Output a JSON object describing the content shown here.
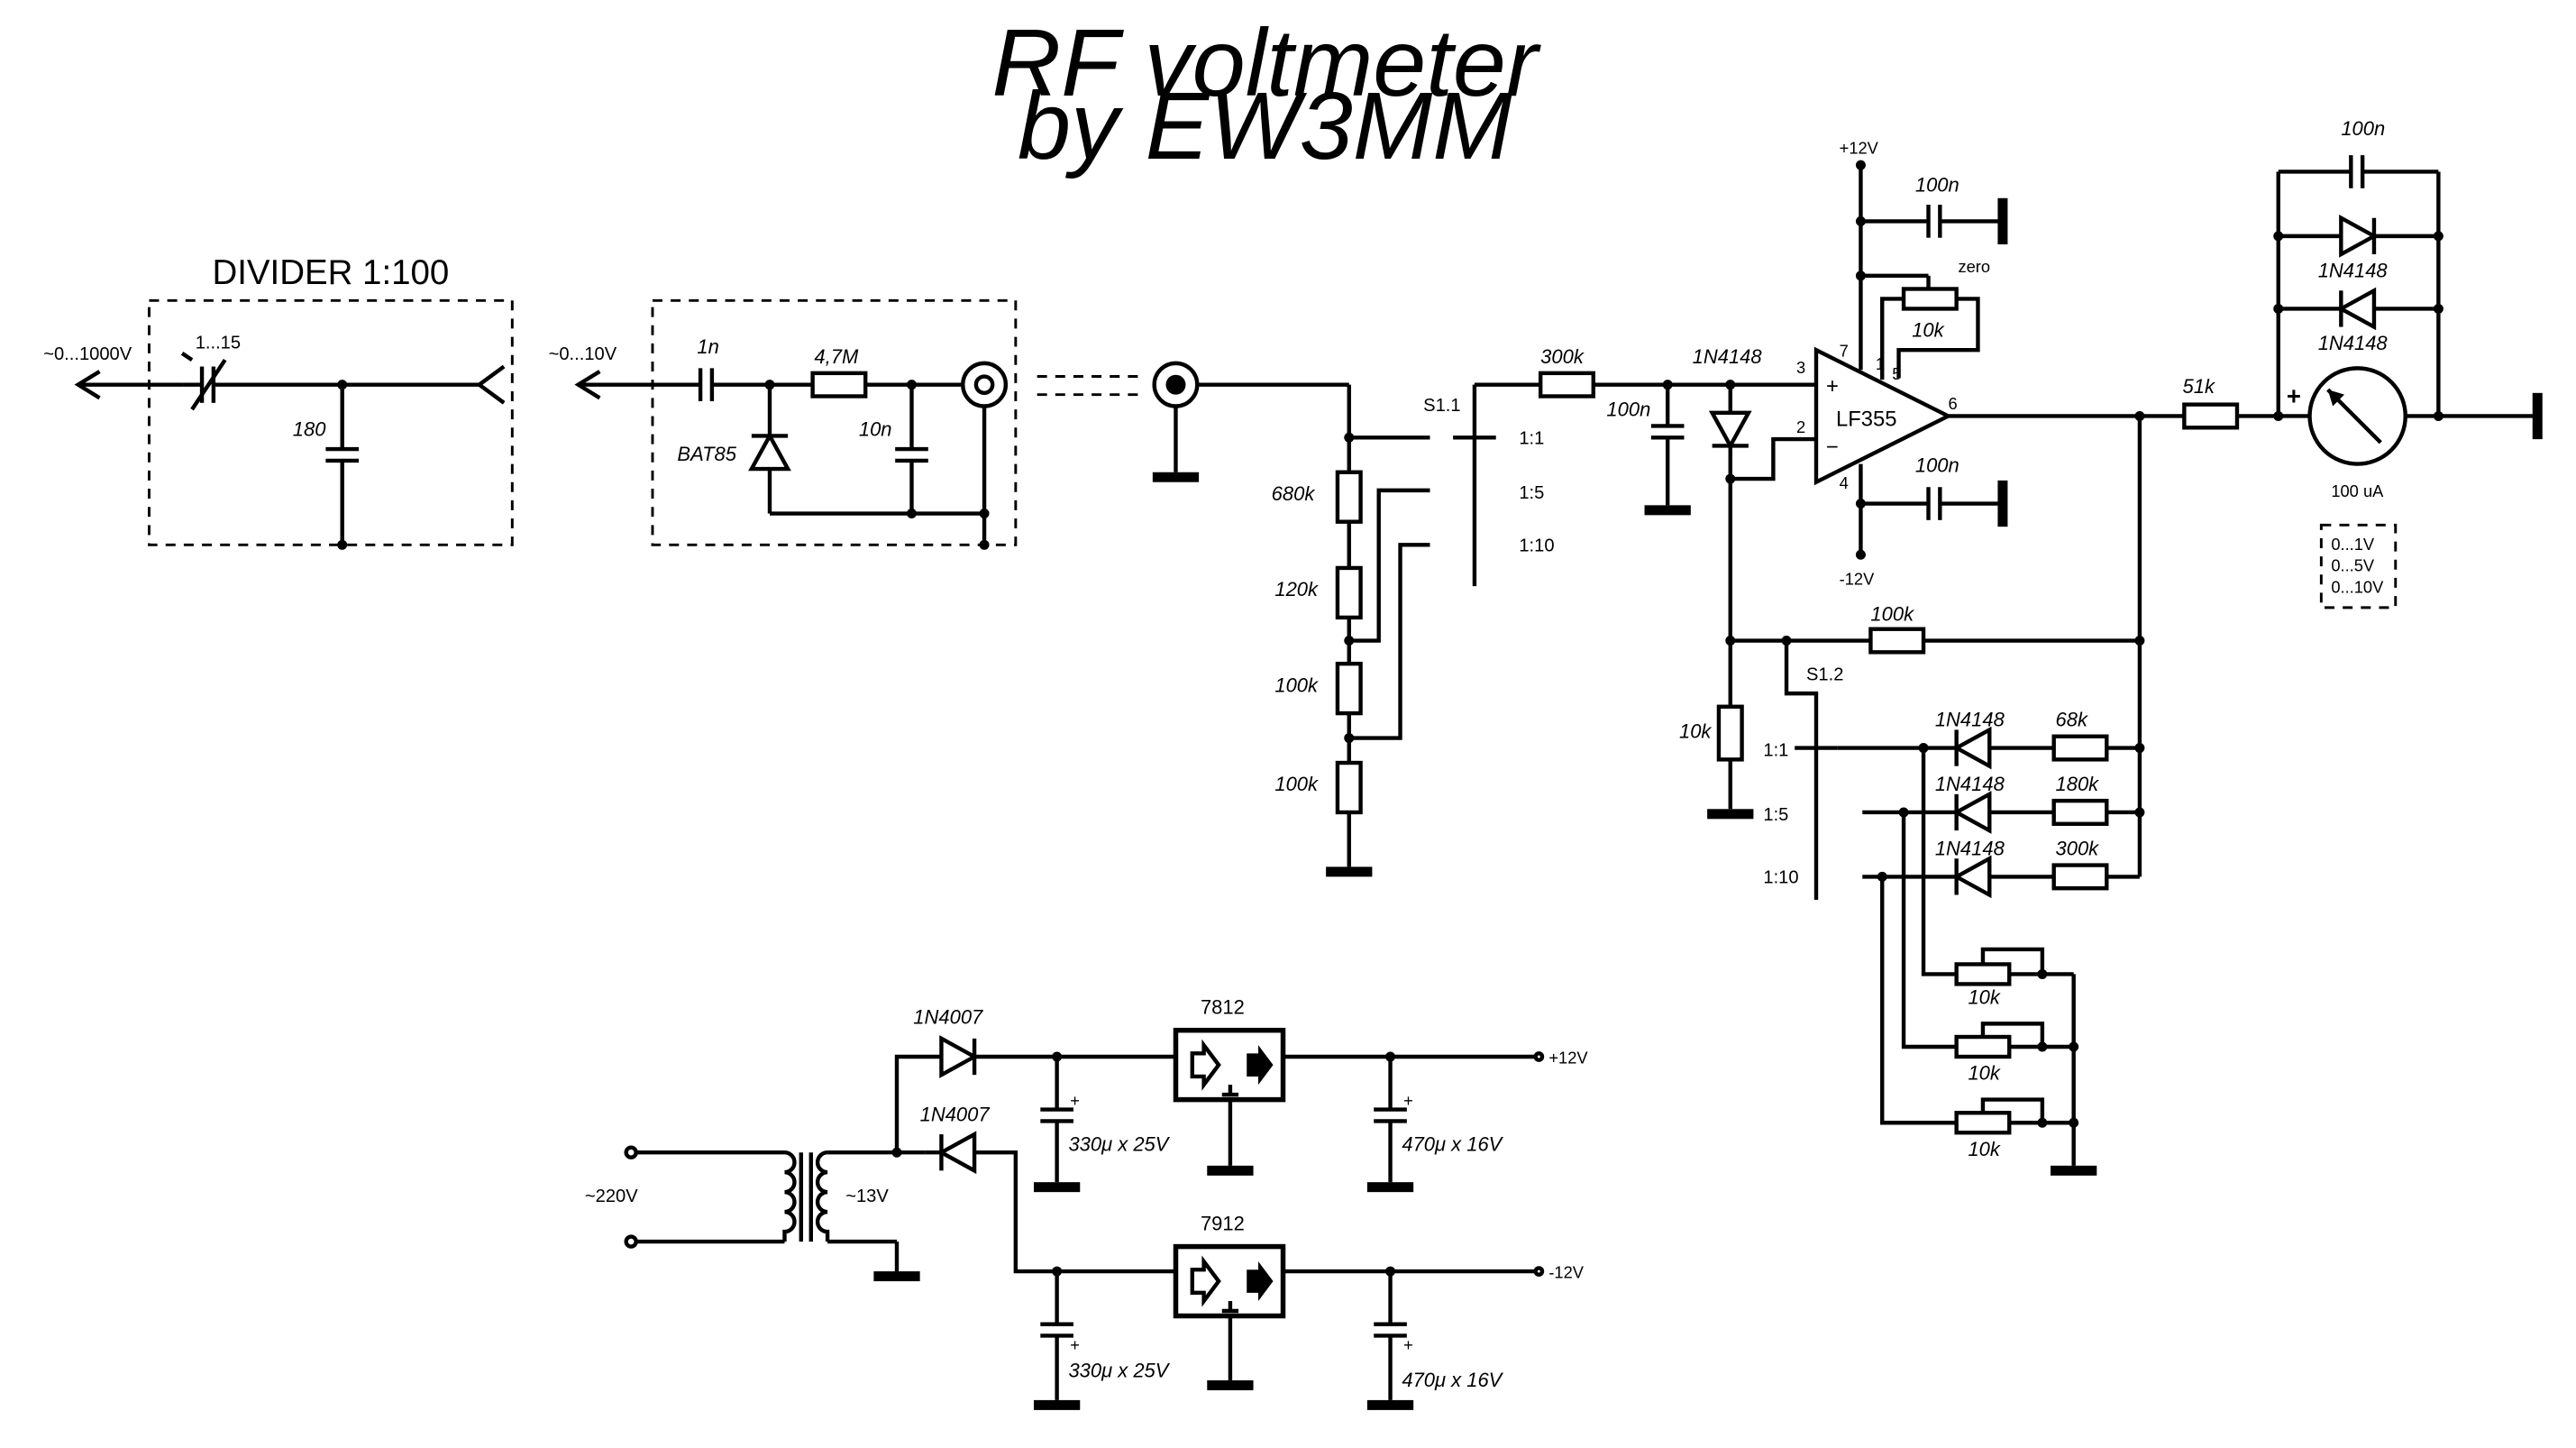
{
  "title": {
    "line1": "RF voltmeter",
    "line2": "by EW3MM"
  },
  "divider": {
    "label": "DIVIDER 1:100",
    "input": "~0...1000V",
    "trimmer": "1...15",
    "cap": "180"
  },
  "probe": {
    "input": "~0...10V",
    "cap_in": "1n",
    "resistor": "4,7M",
    "cap_out": "10n",
    "diode": "BAT85"
  },
  "attenuator": {
    "switch": "S1.1",
    "pos1": "1:1",
    "pos2": "1:5",
    "pos3": "1:10",
    "r1": "680k",
    "r2": "120k",
    "r3": "100k",
    "r4": "100k"
  },
  "amplifier": {
    "r_in": "300k",
    "c_in": "100n",
    "diode_in": "1N4148",
    "opamp": "LF355",
    "vplus": "+12V",
    "vminus": "-12V",
    "c_top": "100n",
    "c_bot": "100n",
    "zero_label": "zero",
    "zero_pot": "10k",
    "pin3": "3",
    "pin2": "2",
    "pin7": "7",
    "pin1": "1",
    "pin5": "5",
    "pin6": "6",
    "pin4": "4",
    "plus": "+",
    "minus": "−"
  },
  "feedback": {
    "r_fb": "100k",
    "r_gnd": "10k",
    "switch": "S1.2",
    "pos1": "1:1",
    "pos2": "1:5",
    "pos3": "1:10",
    "d1": "1N4148",
    "d2": "1N4148",
    "d3": "1N4148",
    "r1": "68k",
    "r2": "180k",
    "r3": "300k",
    "p1": "10k",
    "p2": "10k",
    "p3": "10k"
  },
  "meter": {
    "r_series": "51k",
    "c": "100n",
    "d1": "1N4148",
    "d2": "1N4148",
    "plus": "+",
    "label": "100 uA",
    "ranges": [
      "0...1V",
      "0...5V",
      "0...10V"
    ]
  },
  "psu": {
    "mains": "~220V",
    "secondary": "~13V",
    "d1": "1N4007",
    "d2": "1N4007",
    "reg_pos": "7812",
    "reg_neg": "7912",
    "c1": "330μ x 25V",
    "c2": "470μ x 16V",
    "c3": "330μ x 25V",
    "c4": "470μ x 16V",
    "out_pos": "+12V",
    "out_neg": "-12V",
    "cplus1": "+",
    "cplus2": "+",
    "cplus3": "+",
    "cplus4": "+"
  }
}
